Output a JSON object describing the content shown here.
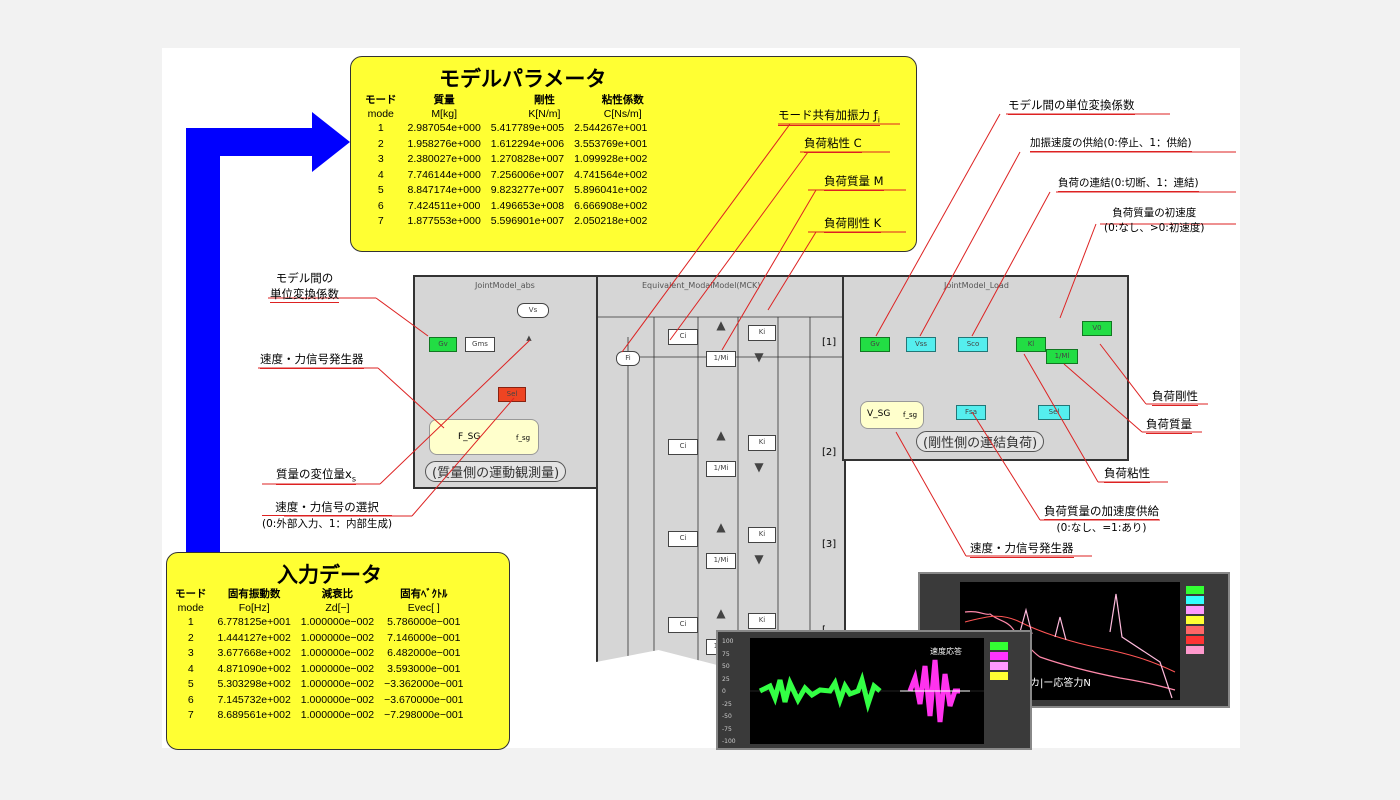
{
  "model_params": {
    "title": "モデルパラメータ",
    "headers": [
      "モード",
      "質量",
      "剛性",
      "粘性係数"
    ],
    "subheaders": [
      "mode",
      "M[kg]",
      "K[N/m]",
      "C[Ns/m]"
    ],
    "rows": [
      [
        "1",
        "2.987054e+000",
        "5.417789e+005",
        "2.544267e+001"
      ],
      [
        "2",
        "1.958276e+000",
        "1.612294e+006",
        "3.553769e+001"
      ],
      [
        "3",
        "2.380027e+000",
        "1.270828e+007",
        "1.099928e+002"
      ],
      [
        "4",
        "7.746144e+000",
        "7.256006e+007",
        "4.741564e+002"
      ],
      [
        "5",
        "8.847174e+000",
        "9.823277e+007",
        "5.896041e+002"
      ],
      [
        "6",
        "7.424511e+000",
        "1.496653e+008",
        "6.666908e+002"
      ],
      [
        "7",
        "1.877553e+000",
        "5.596901e+007",
        "2.050218e+002"
      ]
    ]
  },
  "input_data": {
    "title": "入力データ",
    "headers": [
      "モード",
      "固有振動数",
      "減衰比",
      "固有ﾍﾞｸﾄﾙ"
    ],
    "subheaders": [
      "mode",
      "Fo[Hz]",
      "Zd[−]",
      "Evec[ ]"
    ],
    "rows": [
      [
        "1",
        "6.778125e+001",
        "1.000000e−002",
        "5.786000e−001"
      ],
      [
        "2",
        "1.444127e+002",
        "1.000000e−002",
        "7.146000e−001"
      ],
      [
        "3",
        "3.677668e+002",
        "1.000000e−002",
        "6.482000e−001"
      ],
      [
        "4",
        "4.871090e+002",
        "1.000000e−002",
        "3.593000e−001"
      ],
      [
        "5",
        "5.303298e+002",
        "1.000000e−002",
        "−3.362000e−001"
      ],
      [
        "6",
        "7.145732e+002",
        "1.000000e−002",
        "−3.670000e−001"
      ],
      [
        "7",
        "8.689561e+002",
        "1.000000e−002",
        "−7.298000e−001"
      ]
    ]
  },
  "labels": {
    "mode_shared_force": "モード共有加振力 ƒ",
    "mode_shared_force_sub": "i",
    "load_viscosity_c": "負荷粘性 C",
    "load_mass_m": "負荷質量 M",
    "load_stiffness_k": "負荷剛性 K",
    "unit_conv_top": "モデル間の単位変換係数",
    "accel_supply": "加振速度の供給(0:停止、1：供給)",
    "load_connect": "負荷の連結(0:切断、1：連結)",
    "load_init_vel_1": "負荷質量の初速度",
    "load_init_vel_2": "(0:なし、>0:初速度)",
    "unit_conv_left_1": "モデル間の",
    "unit_conv_left_2": "単位変換係数",
    "sig_gen_left": "速度・力信号発生器",
    "mass_disp": "質量の変位量x",
    "mass_disp_sub": "s",
    "sig_select_1": "速度・力信号の選択",
    "sig_select_2": "(0:外部入力、1：内部生成)",
    "load_stiffness": "負荷剛性",
    "load_mass": "負荷質量",
    "load_viscosity": "負荷粘性",
    "load_accel_supply_1": "負荷質量の加速度供給",
    "load_accel_supply_2": "(0:なし、=1:あり)",
    "sig_gen_bottom": "速度・力信号発生器"
  },
  "panels": {
    "left_title": "JointModel_abs",
    "center_title": "Equivalent_ModalModel(MCK)",
    "right_title": "JointModel_Load",
    "left_caption": "(質量側の運動観測量)",
    "right_caption": "(剛性側の連結負荷)",
    "mode_tags": [
      "[1]",
      "[2]",
      "[3]",
      "["
    ],
    "left_gen": "F_SG",
    "left_gen_sub": "f_sg",
    "right_gen": "V_SG",
    "right_gen_sub": "f_sg"
  },
  "scopes": {
    "back_caption": "カ|ー応答力N",
    "front_caption": "速度応答",
    "front_ticks": [
      "100",
      "75",
      "50",
      "25",
      "0",
      "-25",
      "-50",
      "-75",
      "-100"
    ],
    "back_legend_colors": [
      "#33ff33",
      "#33ffff",
      "#ff99ff",
      "#ffff33",
      "#ff6666",
      "#ff3333",
      "#ff99cc"
    ],
    "front_legend_colors": [
      "#33ff33",
      "#ff33ff",
      "#ff99ff",
      "#ffff33"
    ]
  },
  "colors": {
    "yellow": "#ffff33",
    "arrow_blue": "#0000ff",
    "leader_red": "#dd2222",
    "signal_green": "#33ff44",
    "signal_magenta": "#ff33ee"
  }
}
